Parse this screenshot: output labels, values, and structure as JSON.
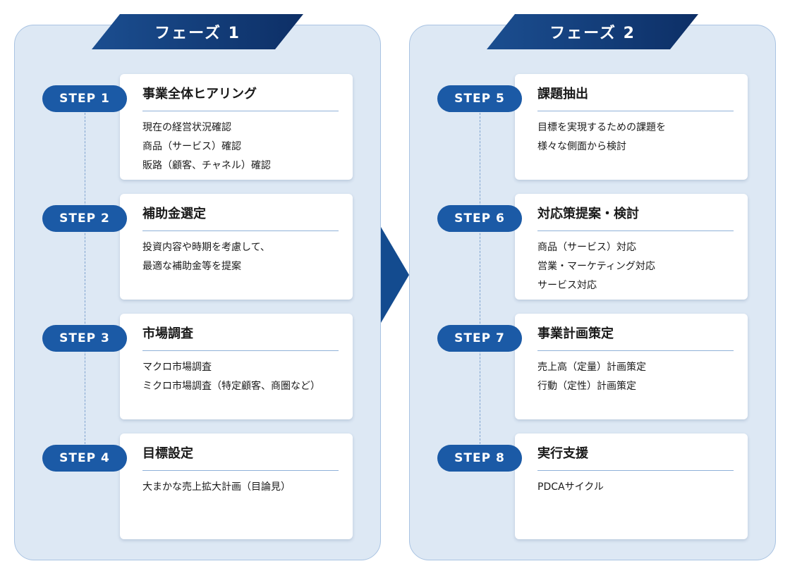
{
  "colors": {
    "panel_bg": "#dde8f4",
    "panel_border": "#a9c3e2",
    "header_navy": "#0d2f66",
    "pill_blue": "#1b5aa6",
    "arrow_navy": "#134b8f"
  },
  "phases": [
    {
      "label": "フェーズ 1",
      "steps": [
        {
          "pill": "STEP 1",
          "title": "事業全体ヒアリング",
          "lines": [
            "現在の経営状況確認",
            "商品（サービス）確認",
            "販路（顧客、チャネル）確認"
          ]
        },
        {
          "pill": "STEP 2",
          "title": "補助金選定",
          "lines": [
            "投資内容や時期を考慮して、",
            "最適な補助金等を提案"
          ]
        },
        {
          "pill": "STEP 3",
          "title": "市場調査",
          "lines": [
            "マクロ市場調査",
            "ミクロ市場調査（特定顧客、商圏など）"
          ]
        },
        {
          "pill": "STEP 4",
          "title": "目標設定",
          "lines": [
            "大まかな売上拡大計画（目論見）"
          ]
        }
      ]
    },
    {
      "label": "フェーズ 2",
      "steps": [
        {
          "pill": "STEP 5",
          "title": "課題抽出",
          "lines": [
            "目標を実現するための課題を",
            "様々な側面から検討"
          ]
        },
        {
          "pill": "STEP 6",
          "title": "対応策提案・検討",
          "lines": [
            "商品（サービス）対応",
            "営業・マーケティング対応",
            "サービス対応"
          ]
        },
        {
          "pill": "STEP 7",
          "title": "事業計画策定",
          "lines": [
            "売上高（定量）計画策定",
            "行動（定性）計画策定"
          ]
        },
        {
          "pill": "STEP 8",
          "title": "実行支援",
          "lines": [
            "PDCAサイクル"
          ]
        }
      ]
    }
  ]
}
